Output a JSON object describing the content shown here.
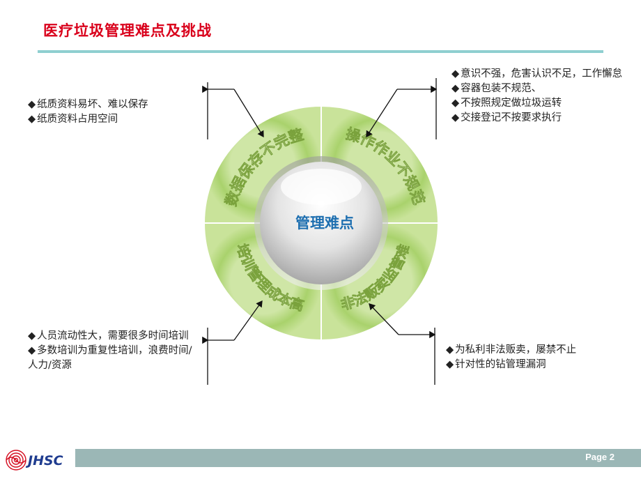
{
  "slide": {
    "title": "医疗垃圾管理难点及挑战",
    "page_label": "Page 2",
    "logo_text": "JHSC"
  },
  "diagram": {
    "center_label": "管理难点",
    "segments": [
      {
        "label": "数据保存不完整"
      },
      {
        "label": "操作作业不规范"
      },
      {
        "label": "培训管理成本高"
      },
      {
        "label": "非法贩卖监管难"
      }
    ],
    "colors": {
      "ring": "#a7d06a",
      "ring_light": "#d9ecb8",
      "center": "#e6e6e6",
      "center_text": "#1e6fb0"
    }
  },
  "notes": {
    "top_left": [
      "纸质资料易坏、难以保存",
      "纸质资料占用空间"
    ],
    "top_right": [
      "意识不强，危害认识不足，工作懈怠",
      "容器包装不规范、",
      "不按照规定做垃圾运转",
      "交接登记不按要求执行"
    ],
    "bottom_left": [
      "人员流动性大，需要很多时间培训",
      "多数培训为重复性培训，浪费时间/人力/资源"
    ],
    "bottom_right": [
      "为私利非法贩卖，屡禁不止",
      "针对性的钻管理漏洞"
    ]
  }
}
